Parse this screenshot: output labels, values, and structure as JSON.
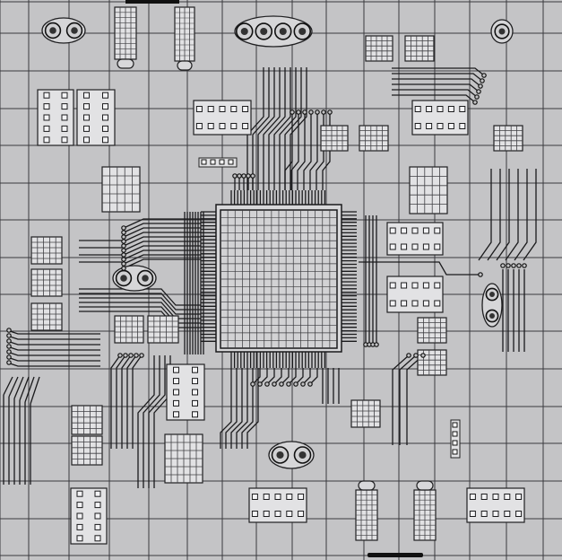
{
  "board": {
    "background": "#c4c4c6",
    "grid_color": "#3a3a3e",
    "trace_color": "#1a1a1c",
    "pad_fill": "#e2e2e4",
    "chip_fill": "#d2d2d4"
  },
  "components": {
    "main_chip": "bga-processor-chip",
    "connectors": [
      "round-pad-cluster",
      "pin-header",
      "dip-ic",
      "micro-grid"
    ]
  }
}
